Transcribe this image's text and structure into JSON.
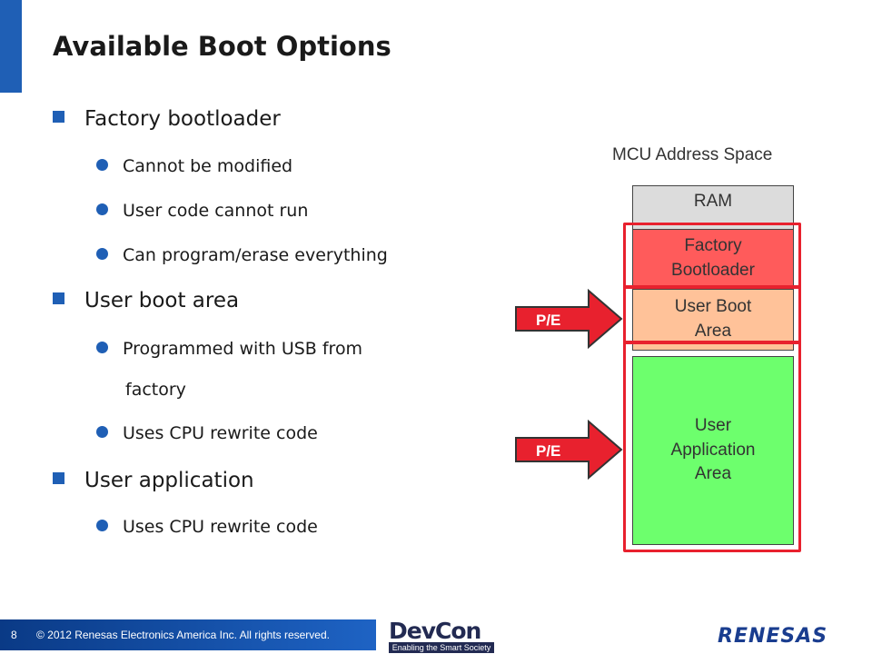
{
  "slide": {
    "title": "Available Boot Options",
    "page_number": "8",
    "copyright": "© 2012 Renesas Electronics America Inc. All rights reserved.",
    "accent_color": "#1f5fb5"
  },
  "bullets": {
    "factory": {
      "label": "Factory bootloader",
      "items": [
        "Cannot be modified",
        "User code cannot run",
        "Can program/erase everything"
      ]
    },
    "user_boot": {
      "label": "User boot area",
      "items": [
        "Programmed with USB from",
        "factory",
        "Uses CPU rewrite code"
      ]
    },
    "user_app": {
      "label": "User application",
      "items": [
        "Uses CPU rewrite code"
      ]
    }
  },
  "memory_map": {
    "title": "MCU Address Space",
    "ram": "RAM",
    "factory_bootloader_line1": "Factory",
    "factory_bootloader_line2": "Bootloader",
    "user_boot_line1": "User Boot",
    "user_boot_line2": "Area",
    "user_app_line1": "User",
    "user_app_line2": "Application",
    "user_app_line3": "Area",
    "arrow_label_1": "P/E",
    "arrow_label_2": "P/E",
    "colors": {
      "ram": "#dcdcdc",
      "factory": "#ff5b5b",
      "user_boot": "#ffc299",
      "user_app": "#6dff6d",
      "frame": "#e8212e"
    }
  },
  "logos": {
    "devcon_name": "DevCon",
    "devcon_tagline": "Enabling the Smart Society",
    "renesas": "RENESAS"
  }
}
